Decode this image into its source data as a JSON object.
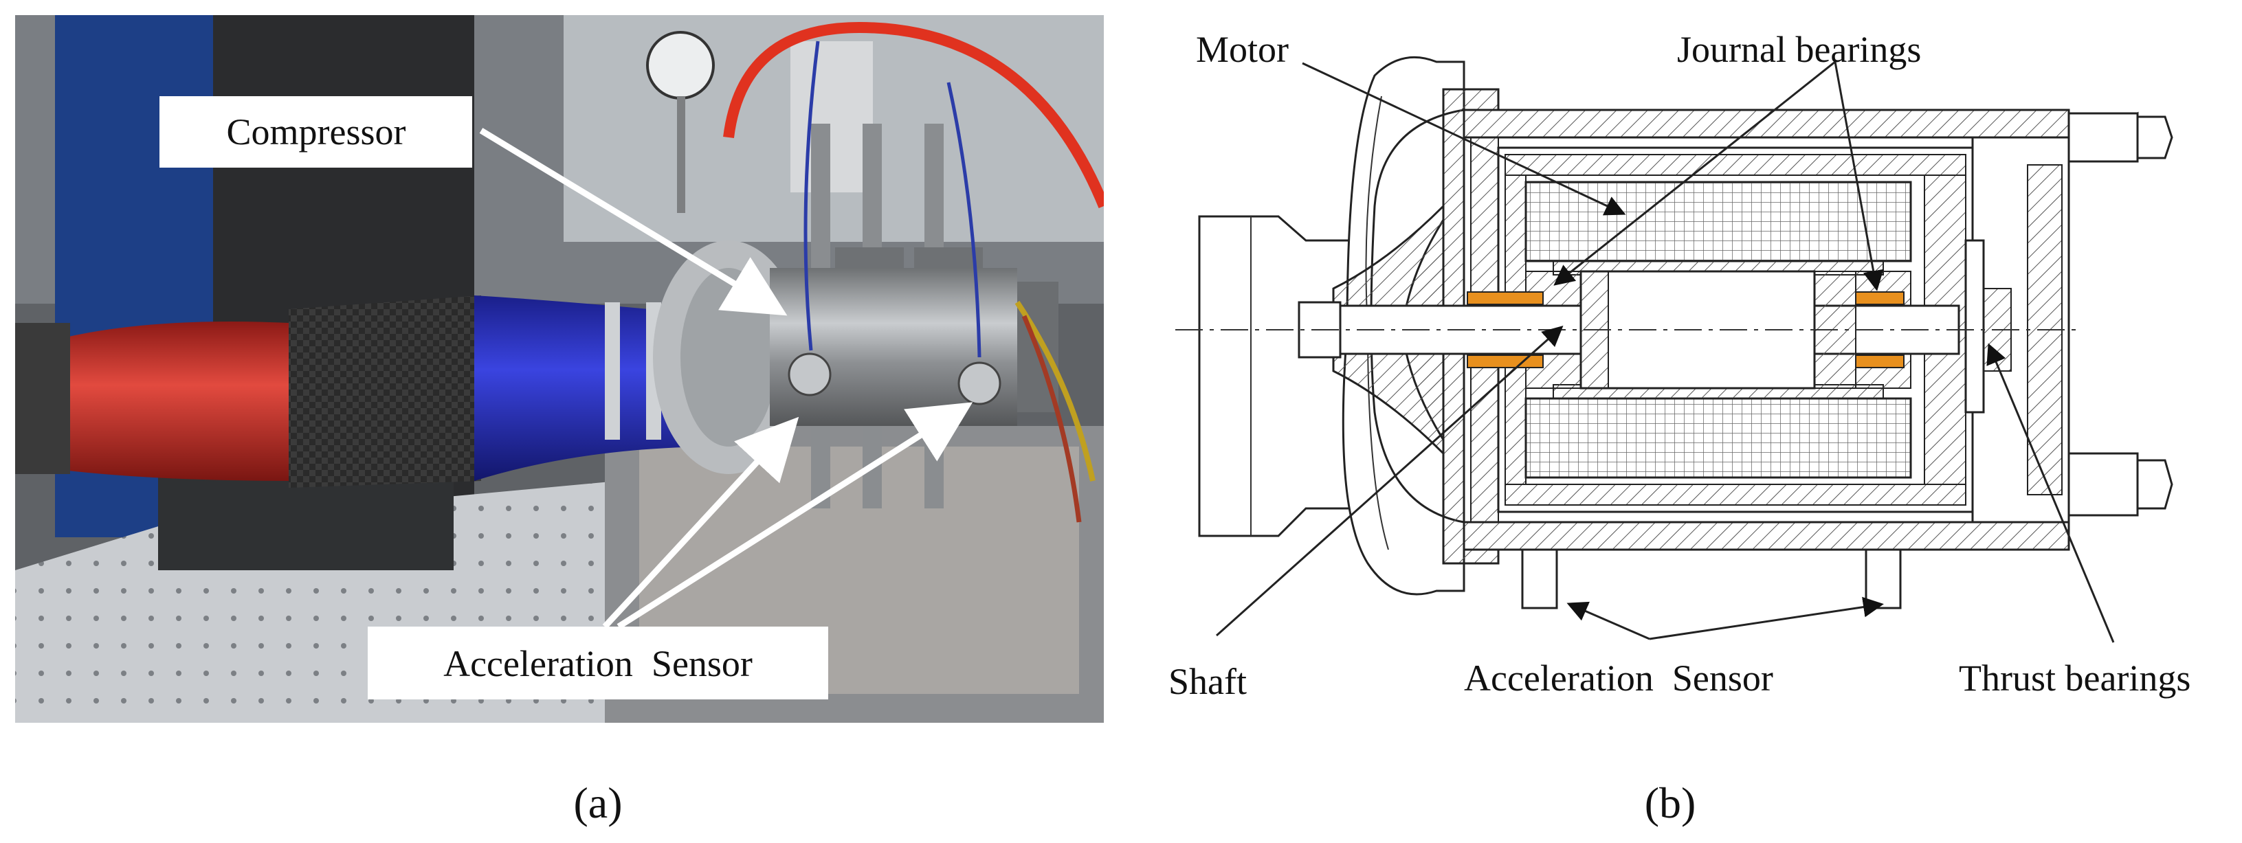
{
  "panel_a": {
    "caption": "(a)",
    "labels": {
      "compressor": "Compressor",
      "acceleration_sensor": "Acceleration  Sensor"
    }
  },
  "panel_b": {
    "caption": "(b)",
    "labels": {
      "motor": "Motor",
      "journal_bearings": "Journal bearings",
      "shaft": "Shaft",
      "acceleration_sensor": "Acceleration  Sensor",
      "thrust_bearings": "Thrust bearings"
    }
  },
  "colors": {
    "hose_red": "#c8332b",
    "hose_blue": "#1f27b8",
    "carbon": "#2a2a2a",
    "bearing_orange": "#e8901e",
    "steel": "#9a9da0",
    "hatch": "#555555"
  }
}
